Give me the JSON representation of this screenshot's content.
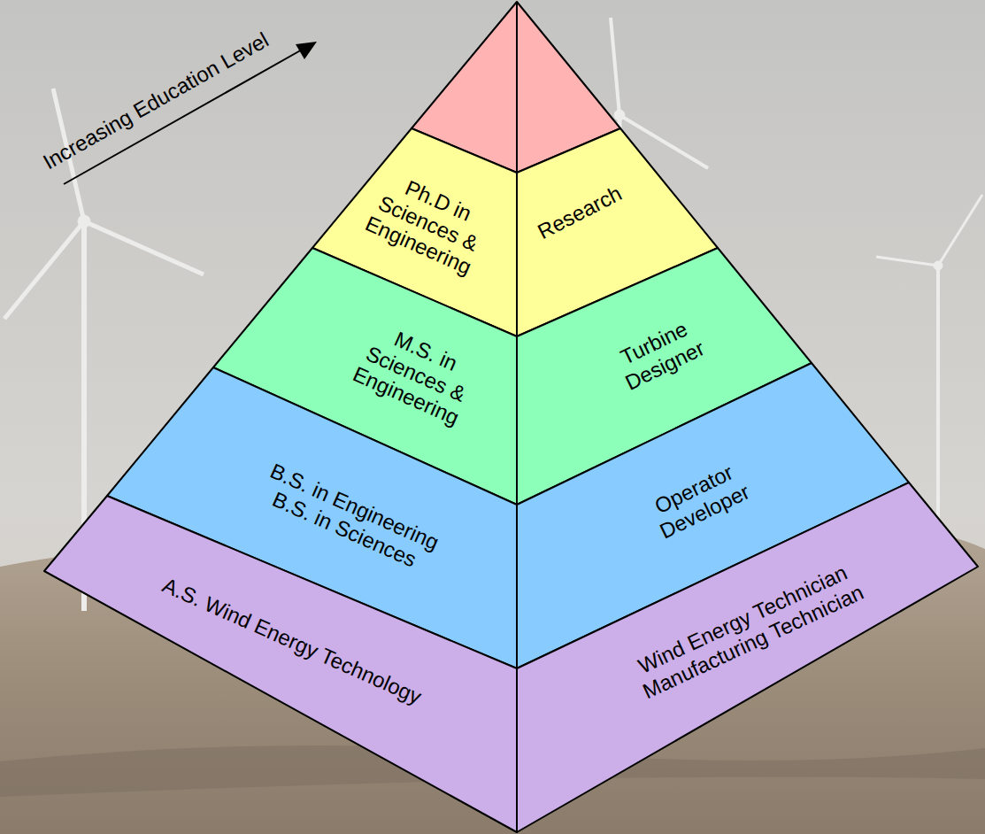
{
  "diagram": {
    "nodes": [
      {
        "text": [
          "Ph.D in Sciences & Engineering"
        ]
      },
      {
        "text": [
          "Research"
        ]
      },
      {
        "text": [
          "M.S. in Sciences & Engineering"
        ]
      },
      {
        "text": [
          "Turbine Designer"
        ]
      },
      {
        "text": [
          "B.S. in Engineering B.S. in Sciences"
        ]
      },
      {
        "text": [
          "Operator Developer"
        ]
      },
      {
        "text": [
          "A.S. Wind Energy Technology"
        ]
      },
      {
        "text": [
          "Wind Energy Technician Manufacturing Technician"
        ]
      }
    ],
    "labels": [
      "Increasing Education Level"
    ]
  }
}
